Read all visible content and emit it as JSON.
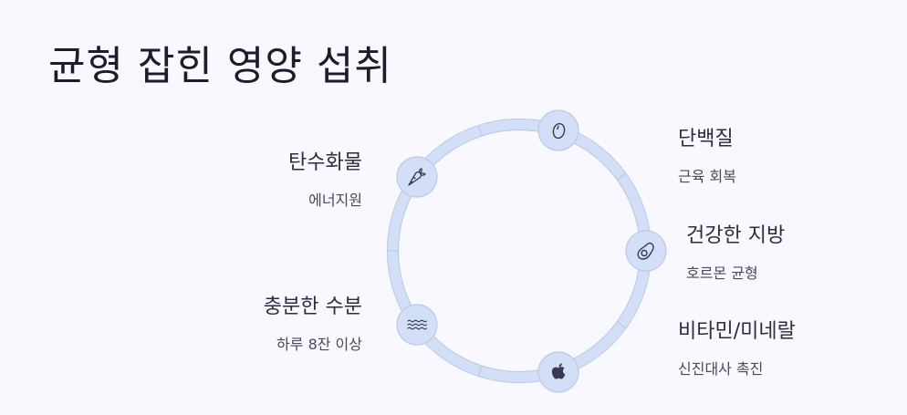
{
  "title": "균형 잡힌 영양 섭취",
  "colors": {
    "background": "#f8f8fe",
    "ring_fill": "#d3def7",
    "ring_stroke": "#bccbe8",
    "node_fill": "#d3def7",
    "icon": "#3a3a4e",
    "text_primary": "#2d2d40",
    "text_secondary": "#4a4a5c"
  },
  "nodes": [
    {
      "id": "protein",
      "icon": "egg-icon",
      "name": "단백질",
      "desc": "근육 회복"
    },
    {
      "id": "fat",
      "icon": "avocado-icon",
      "name": "건강한 지방",
      "desc": "호르몬 균형"
    },
    {
      "id": "vitamin",
      "icon": "apple-icon",
      "name": "비타민/미네랄",
      "desc": "신진대사 촉진"
    },
    {
      "id": "water",
      "icon": "water-waves-icon",
      "name": "충분한 수분",
      "desc": "하루 8잔 이상"
    },
    {
      "id": "carb",
      "icon": "carrot-icon",
      "name": "탄수화물",
      "desc": "에너지원"
    }
  ]
}
